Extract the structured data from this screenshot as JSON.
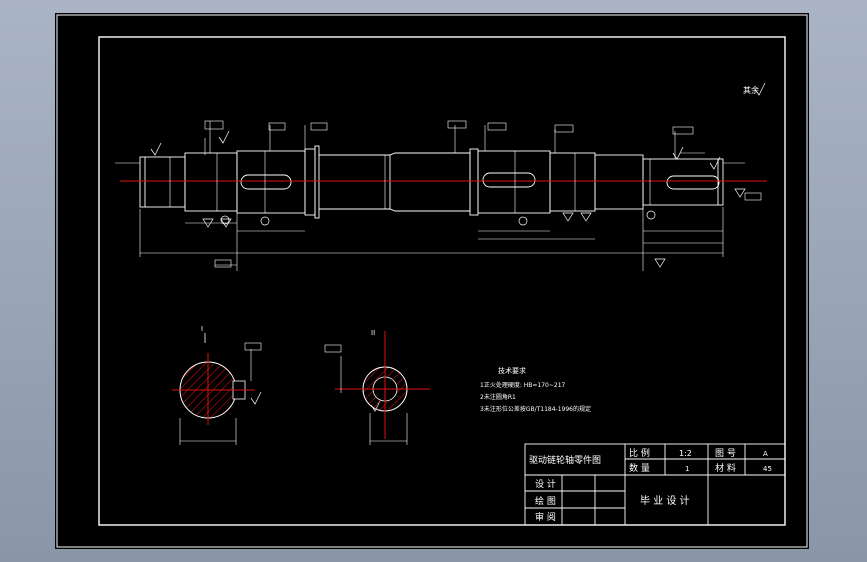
{
  "title_block": {
    "drawing_title": "驱动链轮轴零件图",
    "scale_label": "比 例",
    "scale_value": "1:2",
    "drawing_no_label": "图 号",
    "drawing_no_value": "A",
    "quantity_label": "数 量",
    "quantity_value": "1",
    "material_label": "材 料",
    "material_value": "45",
    "design_label": "设 计",
    "draw_label": "绘 图",
    "review_label": "审 阅",
    "project": "毕 业 设 计"
  },
  "notes": {
    "heading": "技术要求",
    "line1": "1正火处理硬度: HB=170~217",
    "line2": "2未注圆角R1",
    "line3": "3未注形位公差按GB/T1184-1996的规定"
  },
  "roughness_other": "其余",
  "section_labels": {
    "left": "I",
    "right": "II"
  },
  "colors": {
    "viewport": "#000000",
    "lines": "#ffffff",
    "centerline": "#e01010",
    "background": "#98a3b5"
  }
}
